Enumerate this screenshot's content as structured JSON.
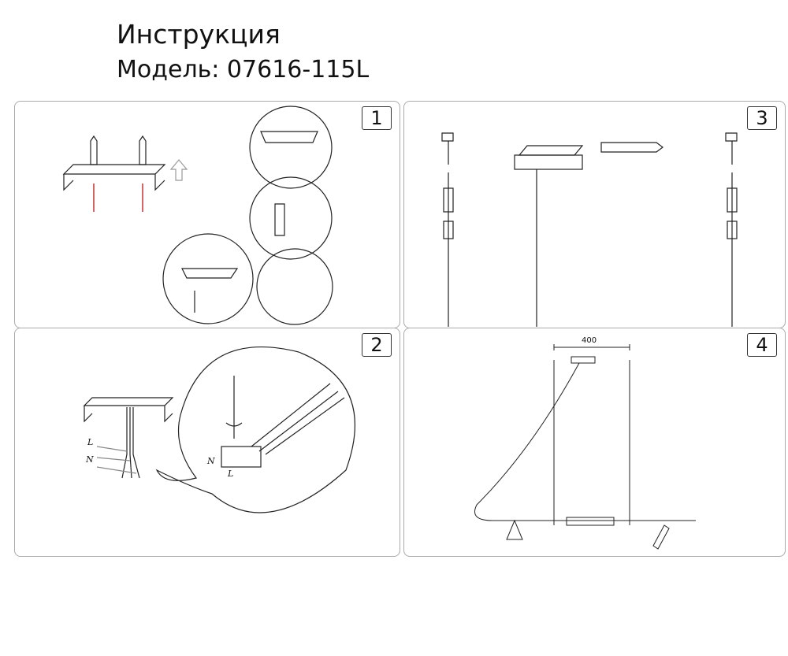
{
  "header": {
    "title": "Инструкция",
    "model": "Модель: 07616-115L"
  },
  "panels": [
    {
      "number": "1"
    },
    {
      "number": "2",
      "wire_labels": {
        "live": "L",
        "neutral": "N"
      },
      "terminal_labels": [
        "N",
        "L"
      ]
    },
    {
      "number": "3"
    },
    {
      "number": "4",
      "dimension": "400"
    }
  ]
}
